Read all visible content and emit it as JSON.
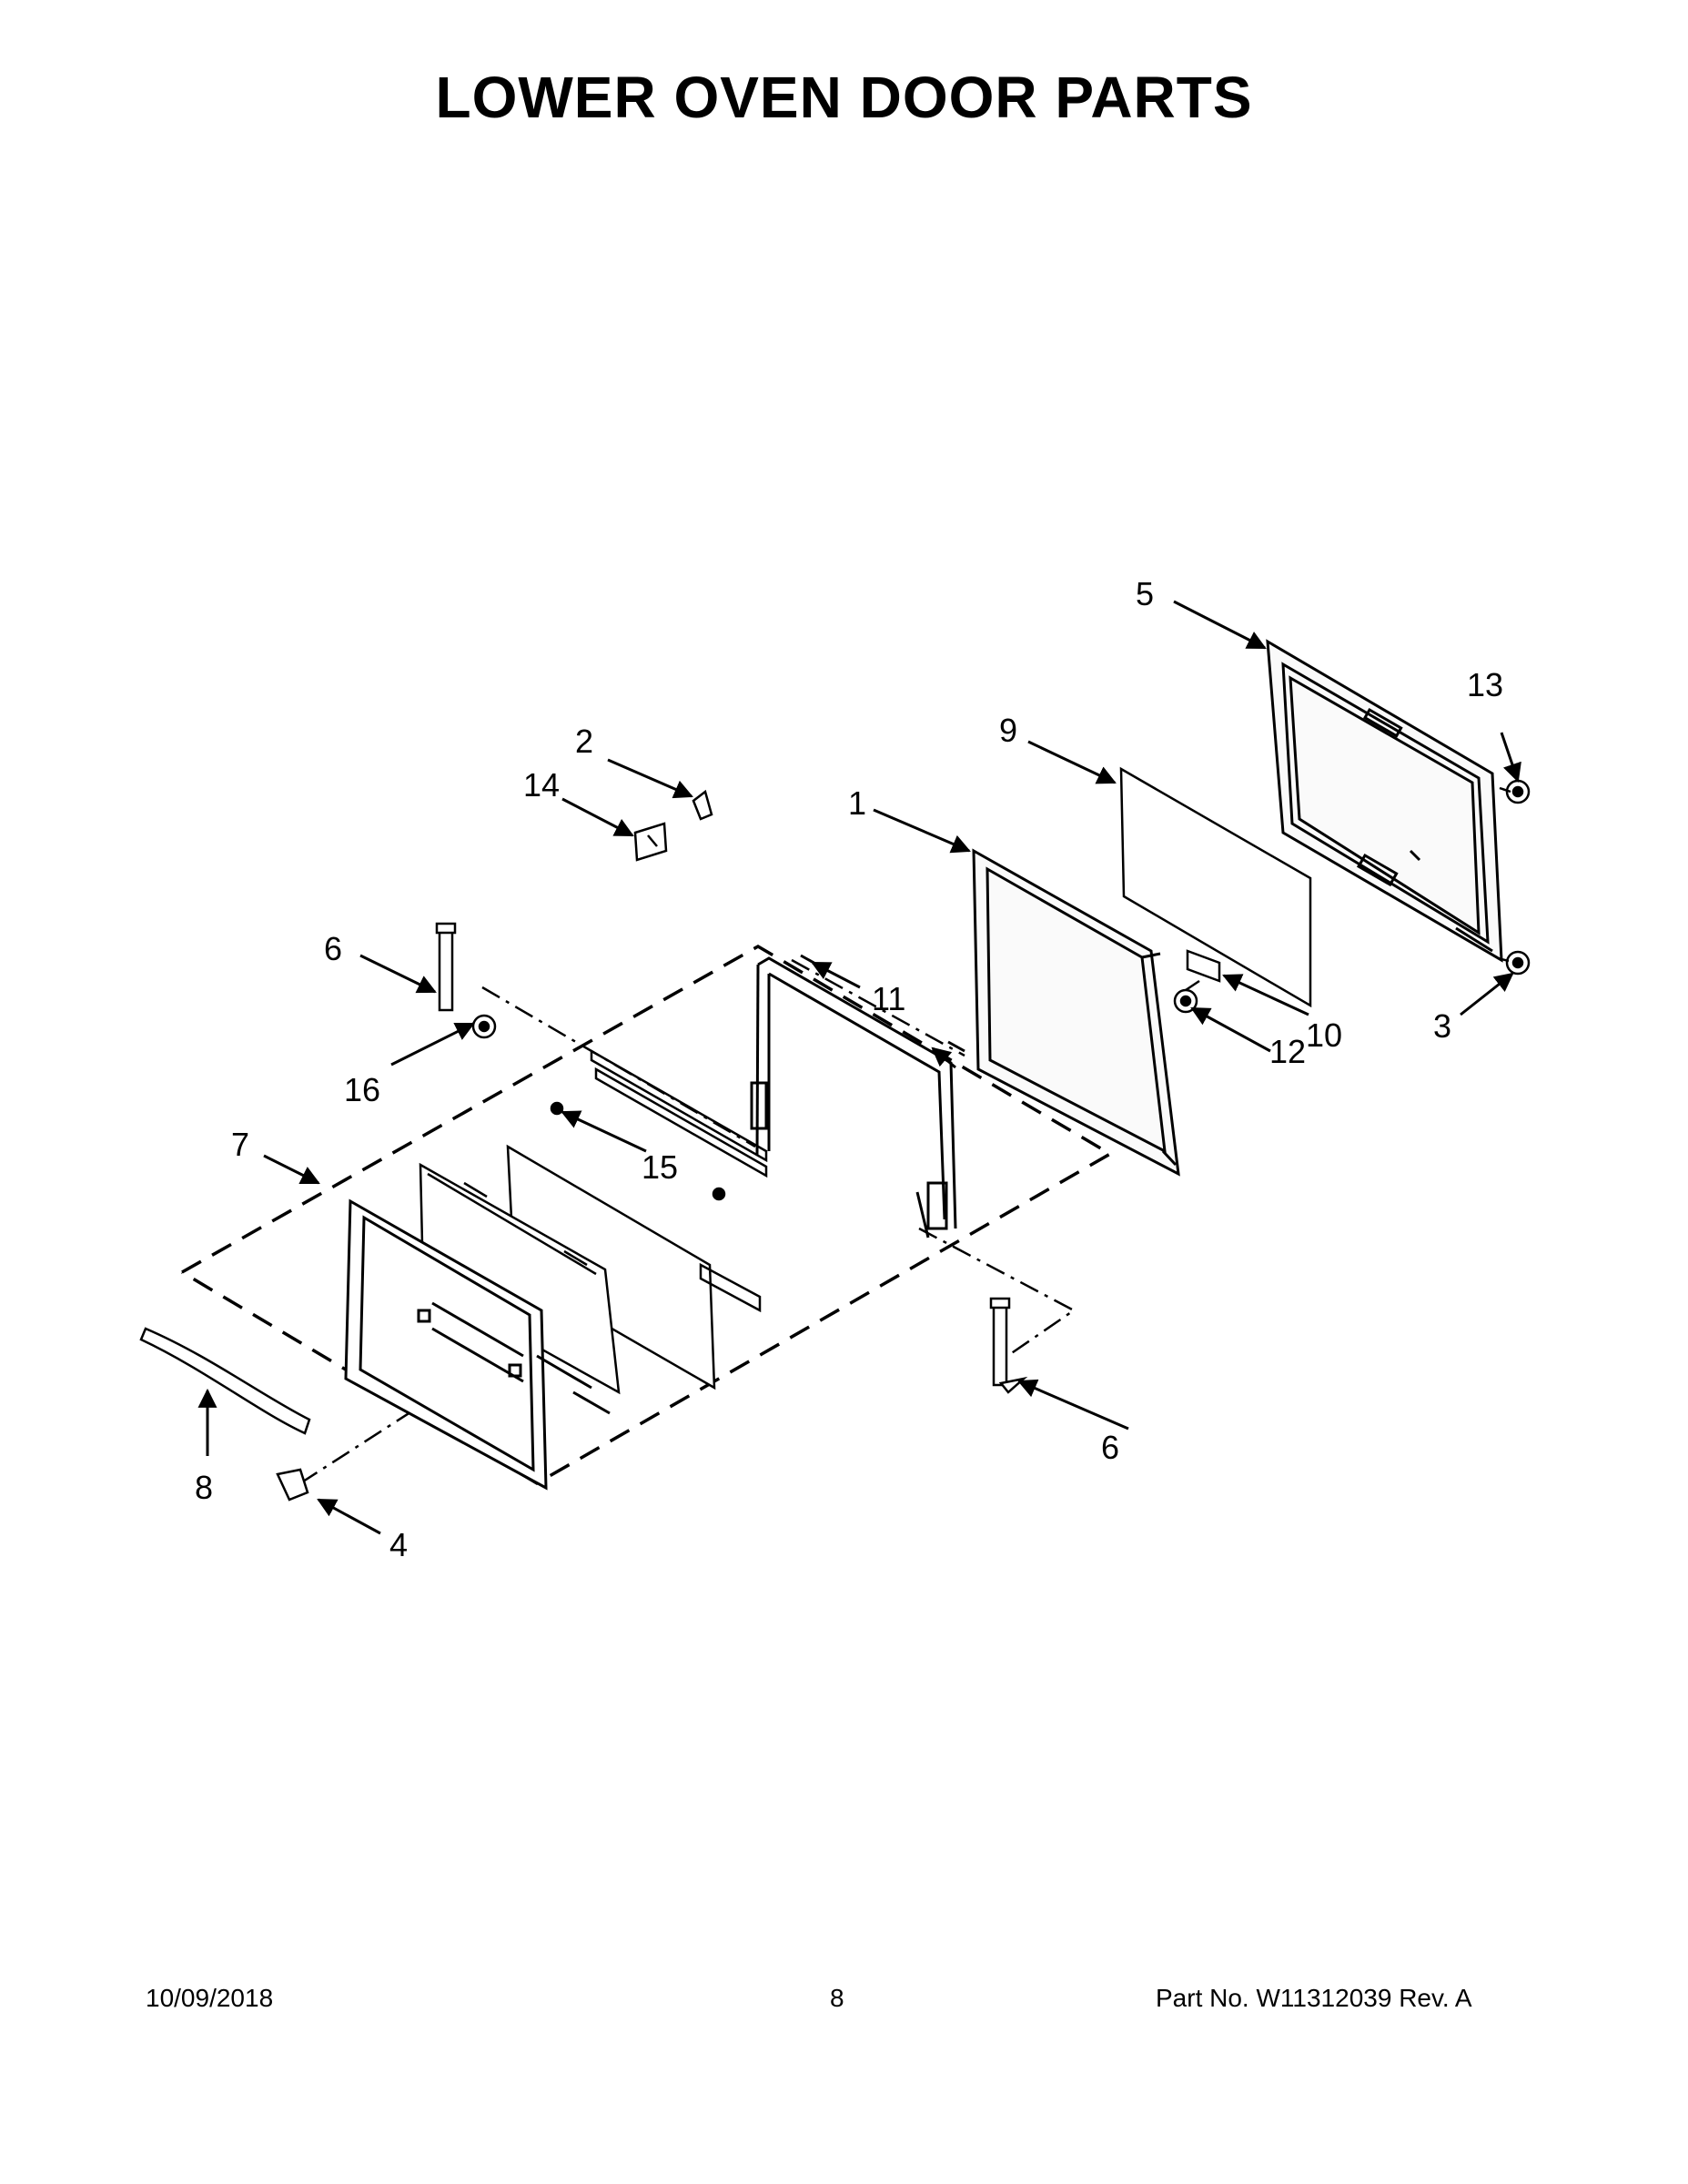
{
  "title": "LOWER OVEN DOOR PARTS",
  "callouts": [
    {
      "id": "c1",
      "label": "1"
    },
    {
      "id": "c2",
      "label": "2"
    },
    {
      "id": "c3",
      "label": "3"
    },
    {
      "id": "c4",
      "label": "4"
    },
    {
      "id": "c5",
      "label": "5"
    },
    {
      "id": "c6a",
      "label": "6"
    },
    {
      "id": "c6b",
      "label": "6"
    },
    {
      "id": "c7",
      "label": "7"
    },
    {
      "id": "c8",
      "label": "8"
    },
    {
      "id": "c9",
      "label": "9"
    },
    {
      "id": "c10",
      "label": "10"
    },
    {
      "id": "c11",
      "label": "11"
    },
    {
      "id": "c12",
      "label": "12"
    },
    {
      "id": "c13",
      "label": "13"
    },
    {
      "id": "c14",
      "label": "14"
    },
    {
      "id": "c15",
      "label": "15"
    },
    {
      "id": "c16",
      "label": "16"
    }
  ],
  "footer": {
    "date": "10/09/2018",
    "page": "8",
    "part": "Part No.  W11312039  Rev.  A"
  }
}
